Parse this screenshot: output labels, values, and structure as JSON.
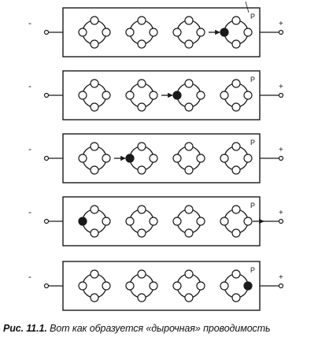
{
  "figure": {
    "caption_label": "Рис. 11.1.",
    "caption_text": "Вот как образуется «дырочная» проводимость",
    "region_label": "P",
    "minus_sign": "-",
    "plus_sign": "+"
  },
  "rows": [
    {
      "filled_atom": 4,
      "arrow_into": 4,
      "exit_arrow": false
    },
    {
      "filled_atom": 3,
      "arrow_into": 3,
      "exit_arrow": false
    },
    {
      "filled_atom": 2,
      "arrow_into": 2,
      "exit_arrow": false
    },
    {
      "filled_atom": 1,
      "arrow_into": null,
      "exit_arrow": true
    },
    {
      "filled_atom": 4,
      "arrow_into": null,
      "exit_arrow": false
    }
  ],
  "colors": {
    "ink": "#1a1a1a",
    "paper": "#ffffff"
  }
}
